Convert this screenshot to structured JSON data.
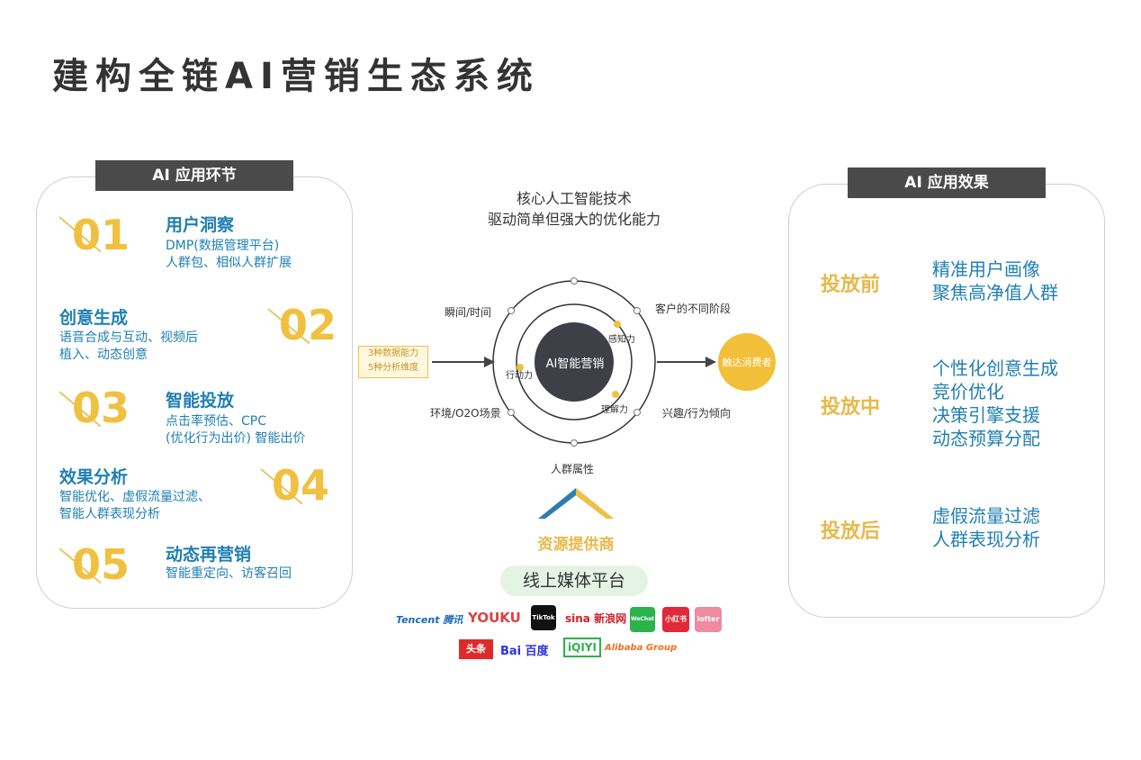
{
  "title": "建构全链AI营销生态系统",
  "left_panel": {
    "tag": "AI 应用环节",
    "items": [
      {
        "num": "01",
        "title": "用户洞察",
        "desc": [
          "DMP(数据管理平台)",
          "人群包、相似人群扩展"
        ]
      },
      {
        "num": "02",
        "title": "创意生成",
        "desc": [
          "语音合成与互动、视频后",
          "植入、动态创意"
        ]
      },
      {
        "num": "03",
        "title": "智能投放",
        "desc": [
          "点击率预估、CPC",
          "(优化行为出价) 智能出价"
        ]
      },
      {
        "num": "04",
        "title": "效果分析",
        "desc": [
          "智能优化、虚假流量过滤、",
          "智能人群表现分析"
        ]
      },
      {
        "num": "05",
        "title": "动态再营销",
        "desc": [
          "智能重定向、访客召回"
        ]
      }
    ]
  },
  "center": {
    "caption": [
      "核心人工智能技术",
      "驱动简单但强大的优化能力"
    ],
    "core": "AI智能营销",
    "inner_labels": {
      "perceive": "感知力",
      "act": "行动力",
      "understand": "理解力"
    },
    "outer_labels": {
      "top_left": "瞬间/时间",
      "top_right": "客户的不同阶段",
      "bottom_left": "环境/O2O场景",
      "bottom_right": "兴趣/行为倾向",
      "bottom": "人群属性"
    },
    "input_box": [
      "3种数据能力",
      "5种分析维度"
    ],
    "output_circle": "触达消费者",
    "provider": "资源提供商",
    "platform": "线上媒体平台",
    "logos_row1": [
      "Tencent 腾讯",
      "YOUKU",
      "TikTok",
      "sina 新浪网",
      "WeChat",
      "小红书",
      "lofter"
    ],
    "logos_row2": [
      "头条",
      "Bai 百度",
      "iQIYI",
      "Alibaba Group"
    ]
  },
  "right_panel": {
    "tag": "AI 应用效果",
    "stages": [
      {
        "stage": "投放前",
        "lines": [
          "精准用户画像",
          "聚焦高净值人群"
        ]
      },
      {
        "stage": "投放中",
        "lines": [
          "个性化创意生成",
          "竞价优化",
          "决策引擎支援",
          "动态预算分配"
        ]
      },
      {
        "stage": "投放后",
        "lines": [
          "虚假流量过滤",
          "人群表现分析"
        ]
      }
    ]
  },
  "colors": {
    "accent_yellow": "#f0c040",
    "accent_blue": "#1f7fb3",
    "dark": "#4a4a4a"
  }
}
